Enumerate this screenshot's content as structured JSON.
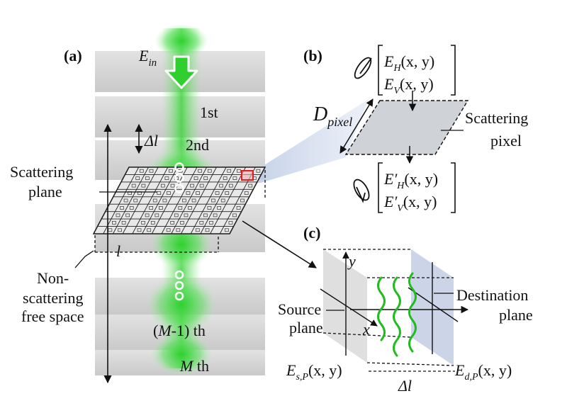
{
  "panel_a": {
    "tag": "(a)",
    "input_field": {
      "base": "E",
      "sub": "in"
    },
    "layer_1": "1st",
    "layer_2": "2nd",
    "delta_l": "Δl",
    "scattering_plane_line1": "Scattering",
    "scattering_plane_line2": "plane",
    "thickness": "l",
    "nonscat_line1": "Non-",
    "nonscat_line2": "scattering",
    "nonscat_line3": "free space",
    "layer_m1_pre": "(",
    "layer_m1_var": "M",
    "layer_m1_post": "-1) th",
    "layer_m_var": "M",
    "layer_m_post": " th"
  },
  "panel_b": {
    "tag": "(b)",
    "in_top": "E",
    "in_top_sub": "H",
    "in_top_args": "(x, y)",
    "in_bot": "E",
    "in_bot_sub": "V",
    "in_bot_args": "(x, y)",
    "out_top": "E′",
    "out_top_sub": "H",
    "out_top_args": "(x, y)",
    "out_bot": "E′",
    "out_bot_sub": "V",
    "out_bot_args": "(x, y)",
    "pixel_size": "D",
    "pixel_size_sub": "pixel",
    "pixel_line1": "Scattering",
    "pixel_line2": "pixel"
  },
  "panel_c": {
    "tag": "(c)",
    "axis_y": "y",
    "axis_x": "x",
    "source_line1": "Source",
    "source_line2": "plane",
    "dest_line1": "Destination",
    "dest_line2": "plane",
    "es_base": "E",
    "es_sub": "s,P",
    "es_args": "(x, y)",
    "ed_base": "E",
    "ed_sub": "d,P",
    "ed_args": "(x, y)",
    "delta_l": "Δl"
  },
  "colors": {
    "beam_green": "#3ad33a",
    "plane_gray": "#d6d6d6",
    "dest_blue": "#c9d2e6",
    "highlight_red": "#e02020",
    "wave_green": "#22bb22"
  }
}
